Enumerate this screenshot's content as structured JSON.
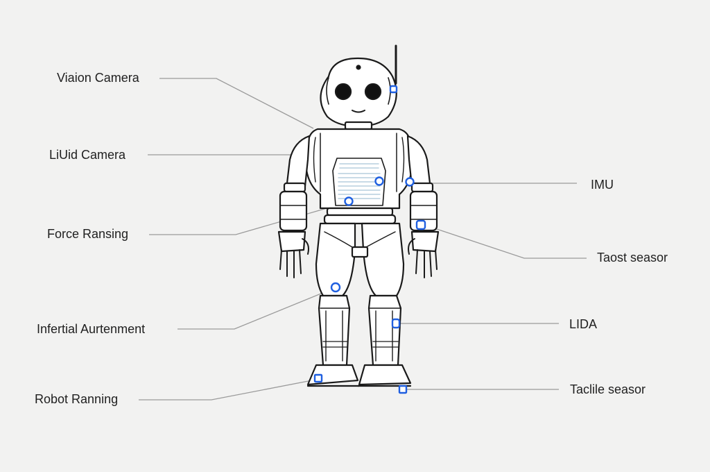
{
  "labels": {
    "vision_camera": "Viaion Camera",
    "liuid_camera": "LiUid Camera",
    "force_ransing": "Force Ransing",
    "inertial_aurtenment": "Infertial Aurtenment",
    "robot_ranning": "Robot Ranning",
    "imu": "IMU",
    "taost_seasor": "Taost seasor",
    "lida": "LIDA",
    "tactile_seasor": "Taclile seasor"
  },
  "colors": {
    "background": "#f2f2f1",
    "outline": "#1a1a1a",
    "leader_line": "#9a9a9a",
    "sensor_marker": "#1f5fe0",
    "chest_panel": "#a8c4d6"
  }
}
